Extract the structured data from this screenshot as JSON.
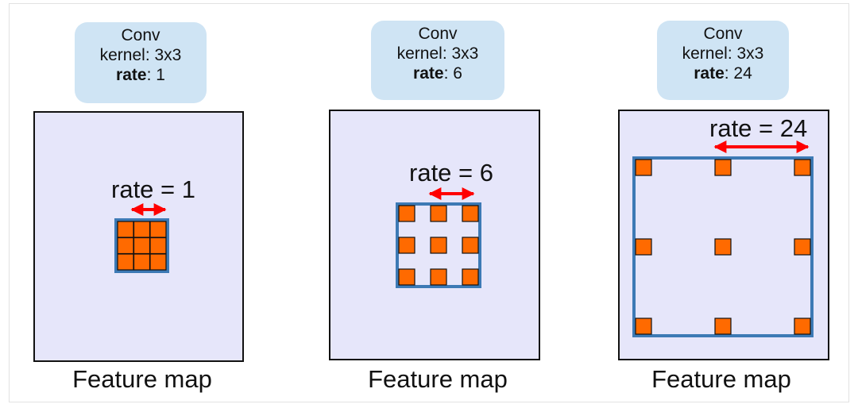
{
  "panels": [
    {
      "conv_title": "Conv",
      "kernel_line": "kernel: 3x3",
      "rate_key": "rate",
      "rate_value": ": 1",
      "rate_annotation": "rate = 1",
      "caption": "Feature map",
      "rate": 1
    },
    {
      "conv_title": "Conv",
      "kernel_line": "kernel: 3x3",
      "rate_key": "rate",
      "rate_value": ": 6",
      "rate_annotation": "rate = 6",
      "caption": "Feature map",
      "rate": 6
    },
    {
      "conv_title": "Conv",
      "kernel_line": "kernel: 3x3",
      "rate_key": "rate",
      "rate_value": ": 24",
      "rate_annotation": "rate = 24",
      "caption": "Feature map",
      "rate": 24
    }
  ],
  "colors": {
    "bubble": "#cfe4f4",
    "feature_map": "#e6e6fa",
    "kernel_cell": "#ff6a00",
    "kernel_outline": "#3d7ab5",
    "arrow": "#ff0000"
  }
}
